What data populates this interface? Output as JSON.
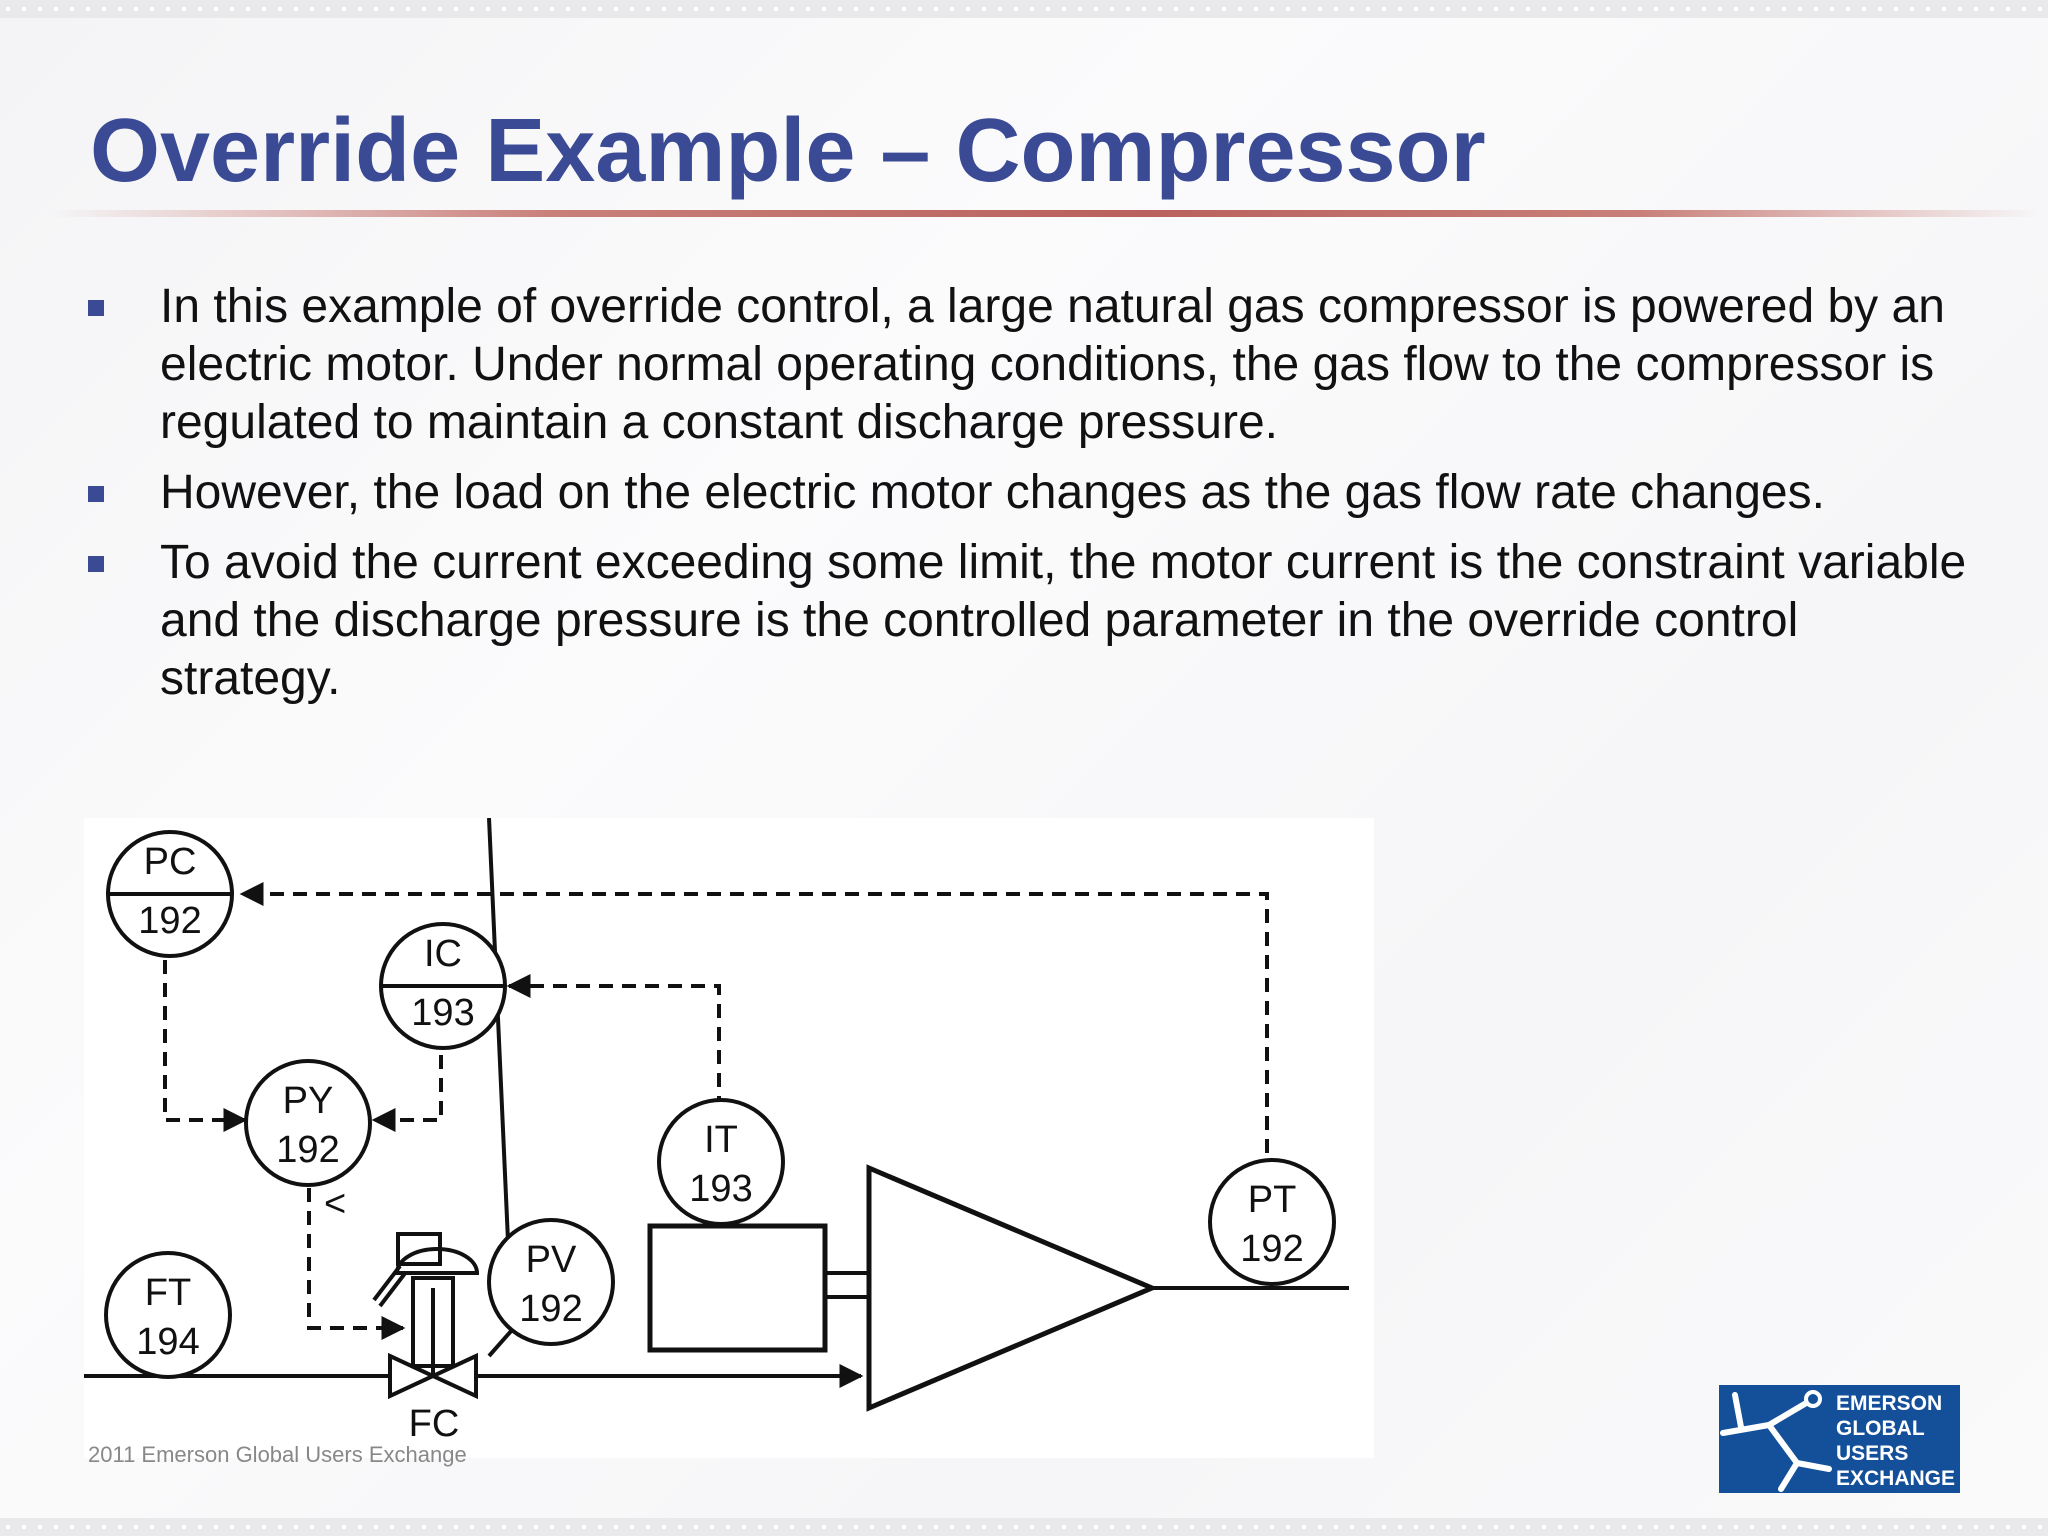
{
  "slide": {
    "title": "Override Example – Compressor",
    "bullets": [
      "In this example of override control, a large natural gas compressor is powered by an electric motor. Under normal operating conditions, the gas flow to the compressor is regulated to maintain a constant discharge pressure.",
      "However, the load on the electric motor changes as the gas flow rate changes.",
      "To avoid the current exceeding some limit, the motor current is the constraint variable and the discharge pressure is the controlled parameter in the override control strategy."
    ],
    "footer": "2011 Emerson Global Users Exchange"
  },
  "diagram": {
    "instruments": {
      "pc": {
        "tag": "PC",
        "num": "192"
      },
      "ic": {
        "tag": "IC",
        "num": "193"
      },
      "py": {
        "tag": "PY",
        "num": "192"
      },
      "it": {
        "tag": "IT",
        "num": "193"
      },
      "pt": {
        "tag": "PT",
        "num": "192"
      },
      "ft": {
        "tag": "FT",
        "num": "194"
      },
      "pv": {
        "tag": "PV",
        "num": "192"
      }
    },
    "selector_symbol": "<",
    "valve_fail_label": "FC"
  },
  "logo": {
    "lines": [
      "EMERSON",
      "GLOBAL",
      "USERS",
      "EXCHANGE"
    ]
  },
  "colors": {
    "title": "#3a4a94",
    "bullet_marker": "#3a4a94",
    "rule": "#b9615d",
    "logo_bg": "#14509a"
  }
}
